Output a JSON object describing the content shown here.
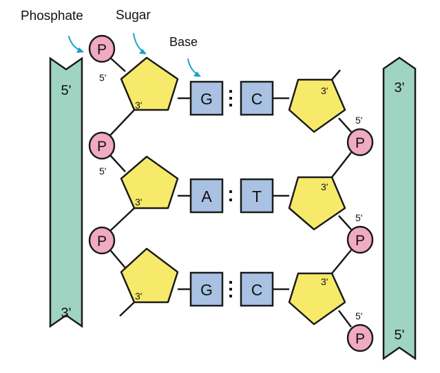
{
  "labels": {
    "phosphate": "Phosphate",
    "sugar": "Sugar",
    "base": "Base"
  },
  "strands": {
    "left": {
      "top": "5'",
      "bottom": "3'"
    },
    "right": {
      "top": "3'",
      "bottom": "5'"
    }
  },
  "phosphate_symbol": "P",
  "prime": {
    "five": "5'",
    "three": "3'"
  },
  "base_pairs": [
    {
      "left": "G",
      "right": "C",
      "bonds": 3
    },
    {
      "left": "A",
      "right": "T",
      "bonds": 2
    },
    {
      "left": "G",
      "right": "C",
      "bonds": 3
    }
  ],
  "colors": {
    "strand": "#9fd3c2",
    "sugar": "#f7ea6a",
    "base": "#a9c1e2",
    "phosphate": "#f0aac4",
    "arrow": "#1aa0c8",
    "outline": "#1a1a1a"
  }
}
